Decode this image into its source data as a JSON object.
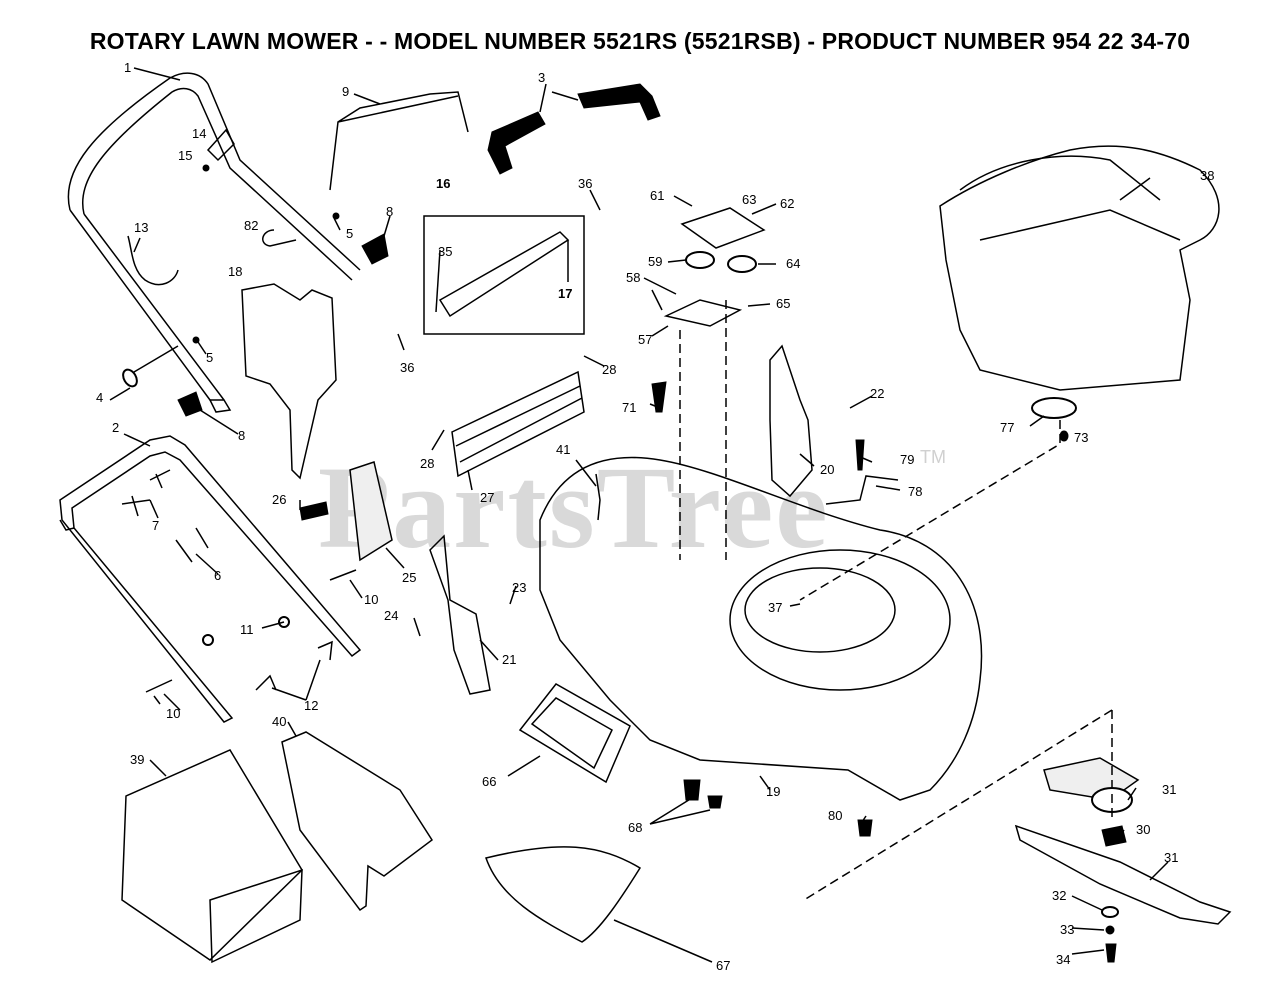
{
  "title": "ROTARY LAWN MOWER - - MODEL NUMBER 5521RS (5521RSB) - PRODUCT NUMBER 954 22 34-70",
  "watermark": "PartsTree",
  "trademark": "TM",
  "colors": {
    "line": "#000000",
    "background": "#ffffff",
    "watermark": "#d9d9d9"
  },
  "callouts": {
    "c1": "1",
    "c2": "2",
    "c3": "3",
    "c4": "4",
    "c5a": "5",
    "c5b": "5",
    "c6": "6",
    "c7": "7",
    "c8a": "8",
    "c8b": "8",
    "c9": "9",
    "c10a": "10",
    "c10b": "10",
    "c11": "11",
    "c12": "12",
    "c13": "13",
    "c14": "14",
    "c15": "15",
    "c16": "16",
    "c17": "17",
    "c18": "18",
    "c19": "19",
    "c20": "20",
    "c21": "21",
    "c22": "22",
    "c23": "23",
    "c24": "24",
    "c25": "25",
    "c26": "26",
    "c27": "27",
    "c28a": "28",
    "c28b": "28",
    "c30": "30",
    "c31a": "31",
    "c31b": "31",
    "c32": "32",
    "c33": "33",
    "c34": "34",
    "c35": "35",
    "c36a": "36",
    "c36b": "36",
    "c37": "37",
    "c38": "38",
    "c39": "39",
    "c40": "40",
    "c41": "41",
    "c57": "57",
    "c58": "58",
    "c59": "59",
    "c61": "61",
    "c62": "62",
    "c63": "63",
    "c64": "64",
    "c65": "65",
    "c66": "66",
    "c67": "67",
    "c68": "68",
    "c71": "71",
    "c73": "73",
    "c77": "77",
    "c78": "78",
    "c79": "79",
    "c80": "80",
    "c82": "82"
  }
}
